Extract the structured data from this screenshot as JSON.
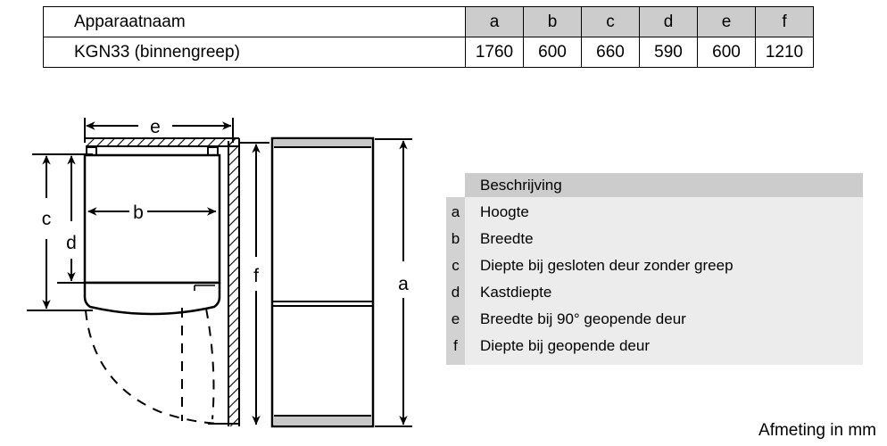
{
  "spec_table": {
    "headers": [
      "Apparaatnaam",
      "a",
      "b",
      "c",
      "d",
      "e",
      "f"
    ],
    "row": {
      "name": "KGN33 (binnengreep)",
      "values": [
        "1760",
        "600",
        "660",
        "590",
        "600",
        "1210"
      ]
    }
  },
  "legend": {
    "header": "Beschrijving",
    "rows": [
      {
        "letter": "a",
        "description": "Hoogte"
      },
      {
        "letter": "b",
        "description": "Breedte"
      },
      {
        "letter": "c",
        "description": "Diepte bij gesloten deur zonder greep"
      },
      {
        "letter": "d",
        "description": "Kastdiepte"
      },
      {
        "letter": "e",
        "description": "Breedte bij 90° geopende deur"
      },
      {
        "letter": "f",
        "description": "Diepte bij geopende deur"
      }
    ]
  },
  "drawing": {
    "dimension_labels": {
      "e": "e",
      "b": "b",
      "c": "c",
      "d": "d",
      "f": "f",
      "a": "a"
    }
  },
  "footnote": "Afmeting in mm",
  "colors": {
    "line": "#000000",
    "table_header_fill": "#cccccc",
    "legend_letter_fill": "#d2d2d2",
    "legend_body_fill": "#ececec",
    "panel_gray": "#c8c8c8",
    "background": "#ffffff"
  }
}
